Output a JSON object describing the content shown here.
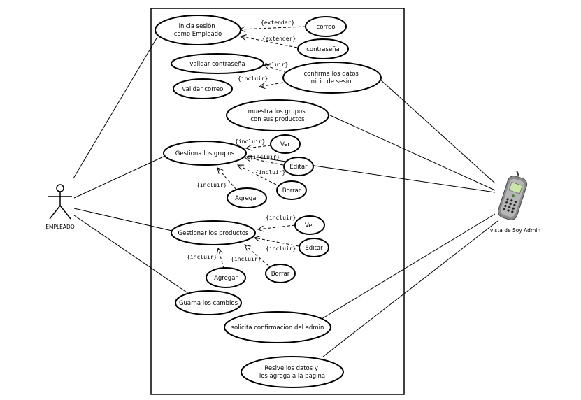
{
  "actors": {
    "employee": "EMPLEADO",
    "admin": "vista de Soy Admin"
  },
  "use_cases": {
    "login": [
      "inicia sesión",
      "como Empleado"
    ],
    "email": [
      "correo"
    ],
    "password": [
      "contraseña"
    ],
    "validate_password": [
      "validar contraseña"
    ],
    "validate_email": [
      "validar correo"
    ],
    "confirm_data": [
      "confirma los datos",
      "inicio de sesion"
    ],
    "show_groups": [
      "muestra los grupos",
      "con sus productos"
    ],
    "manage_groups": [
      "Gestiona los grupos"
    ],
    "groups_view": [
      "Ver"
    ],
    "groups_edit": [
      "Editar"
    ],
    "groups_delete": [
      "Borrar"
    ],
    "groups_add": [
      "Agregar"
    ],
    "manage_products": [
      "Gestionar los productos"
    ],
    "products_view": [
      "Ver"
    ],
    "products_edit": [
      "Editar"
    ],
    "products_delete": [
      "Borrar"
    ],
    "products_add": [
      "Agregar"
    ],
    "save_changes": [
      "Guarna los cambios"
    ],
    "request_confirmation": [
      "solicita confirmacion del admin"
    ],
    "receive_data": [
      "Resive los datos y",
      "los agrega a la pagina"
    ]
  },
  "relations": {
    "extend": "{extender}",
    "include": "{incluir}"
  }
}
